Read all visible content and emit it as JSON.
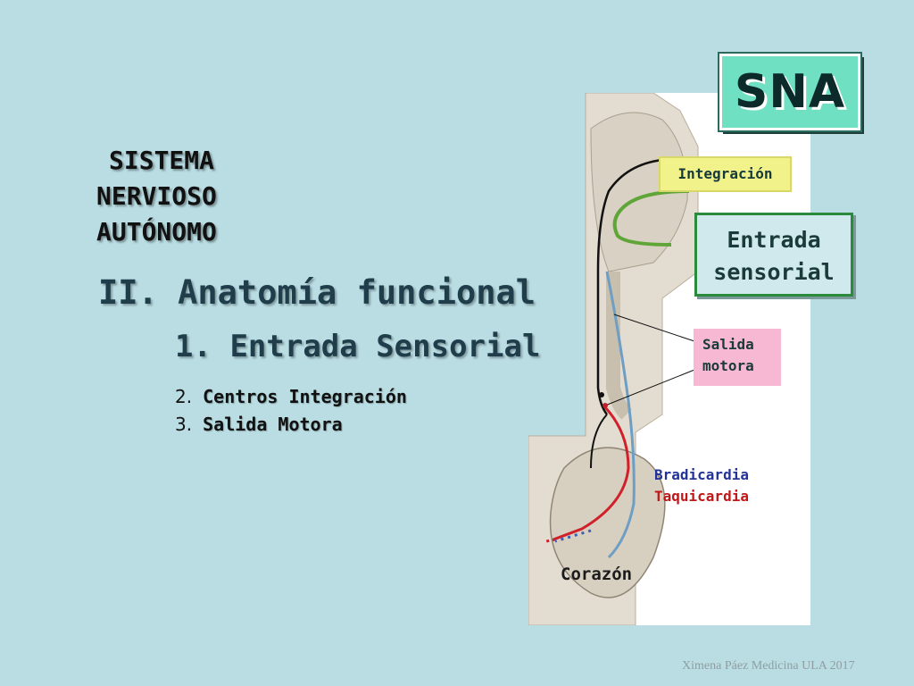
{
  "slide": {
    "title_lines": [
      "SISTEMA",
      "NERVIOSO",
      "AUTÓNOMO"
    ],
    "section_heading": "II. Anatomía funcional",
    "items": [
      {
        "number": "1.",
        "text": "Entrada Sensorial"
      },
      {
        "number": "2.",
        "text": "Centros Integración"
      },
      {
        "number": "3.",
        "text": "Salida Motora"
      }
    ],
    "badge": "SNA",
    "credit": "Ximena Páez Medicina ULA 2017"
  },
  "figure": {
    "integracion": "Integración",
    "entrada_lines": [
      "Entrada",
      "sensorial"
    ],
    "salida_lines": [
      "Salida",
      "motora"
    ],
    "bradicardia": "Bradicardia",
    "taquicardia": "Taquicardia",
    "corazon": "Corazón"
  },
  "colors": {
    "background": "#b9dde3",
    "badge": "#6fe0c2",
    "integracion_bg": "#f2f28a",
    "entrada_border": "#2c8a3c",
    "salida_bg": "#f6b8d2",
    "bradicardia": "#24339a",
    "taquicardia": "#c01818"
  }
}
